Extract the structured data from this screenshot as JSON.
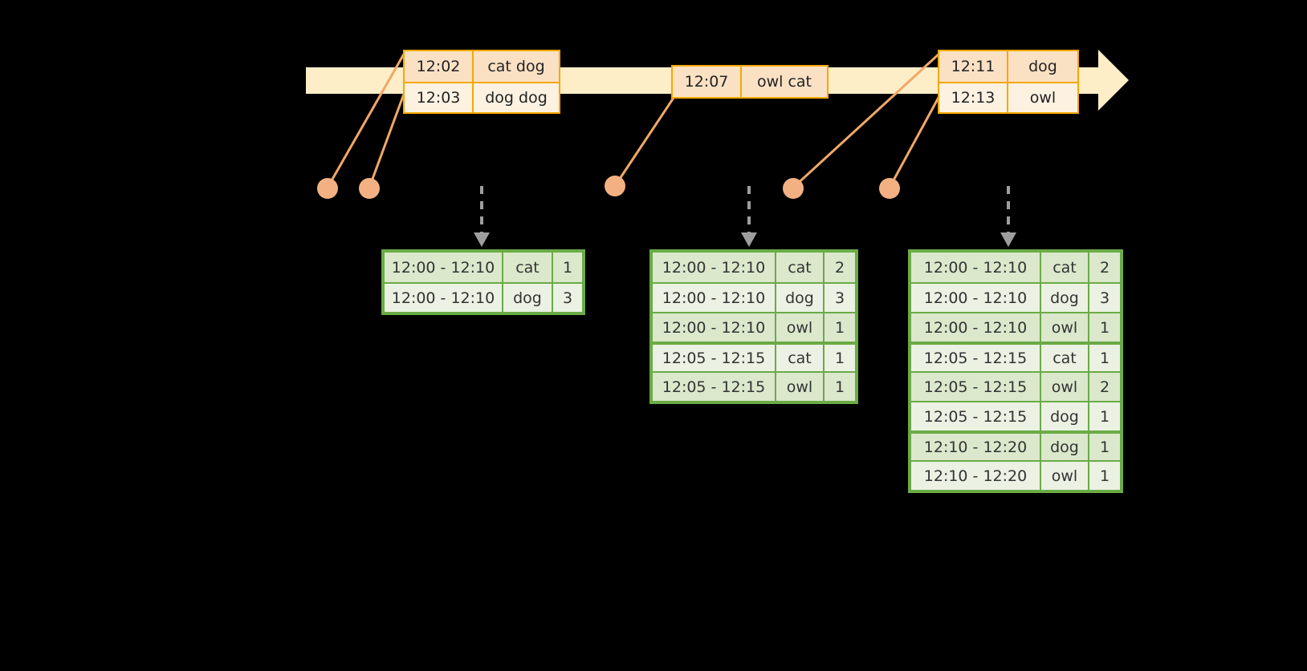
{
  "timeline": {
    "events": [
      {
        "id": "event-group-1",
        "rows": [
          {
            "time": "12:02",
            "words": "cat dog"
          },
          {
            "time": "12:03",
            "words": "dog dog"
          }
        ]
      },
      {
        "id": "event-group-2",
        "rows": [
          {
            "time": "12:07",
            "words": "owl cat"
          }
        ]
      },
      {
        "id": "event-group-3",
        "rows": [
          {
            "time": "12:11",
            "words": "dog"
          },
          {
            "time": "12:13",
            "words": "owl"
          }
        ]
      }
    ]
  },
  "tables": [
    {
      "id": "result-table-1",
      "rows": [
        {
          "window": "12:00 - 12:10",
          "word": "cat",
          "count": "1"
        },
        {
          "window": "12:00 - 12:10",
          "word": "dog",
          "count": "3"
        }
      ]
    },
    {
      "id": "result-table-2",
      "rows": [
        {
          "window": "12:00 - 12:10",
          "word": "cat",
          "count": "2"
        },
        {
          "window": "12:00 - 12:10",
          "word": "dog",
          "count": "3"
        },
        {
          "window": "12:00 - 12:10",
          "word": "owl",
          "count": "1"
        },
        {
          "window": "12:05 - 12:15",
          "word": "cat",
          "count": "1"
        },
        {
          "window": "12:05 - 12:15",
          "word": "owl",
          "count": "1"
        }
      ]
    },
    {
      "id": "result-table-3",
      "rows": [
        {
          "window": "12:00 - 12:10",
          "word": "cat",
          "count": "2"
        },
        {
          "window": "12:00 - 12:10",
          "word": "dog",
          "count": "3"
        },
        {
          "window": "12:00 - 12:10",
          "word": "owl",
          "count": "1"
        },
        {
          "window": "12:05 - 12:15",
          "word": "cat",
          "count": "1"
        },
        {
          "window": "12:05 - 12:15",
          "word": "owl",
          "count": "2"
        },
        {
          "window": "12:05 - 12:15",
          "word": "dog",
          "count": "1"
        },
        {
          "window": "12:10 - 12:20",
          "word": "dog",
          "count": "1"
        },
        {
          "window": "12:10 - 12:20",
          "word": "owl",
          "count": "1"
        }
      ]
    }
  ],
  "colors": {
    "background": "#000000",
    "timeline_fill": "#fdeec7",
    "event_border": "#f5a800",
    "event_fill_dark": "#fbe1c4",
    "event_fill_light": "#fdf2e2",
    "connector": "#f0a868",
    "table_border": "#6aab46",
    "table_fill_dark": "#dbe8cc",
    "table_fill_light": "#ebf1e3",
    "arrow_gray": "#9e9e9e"
  }
}
